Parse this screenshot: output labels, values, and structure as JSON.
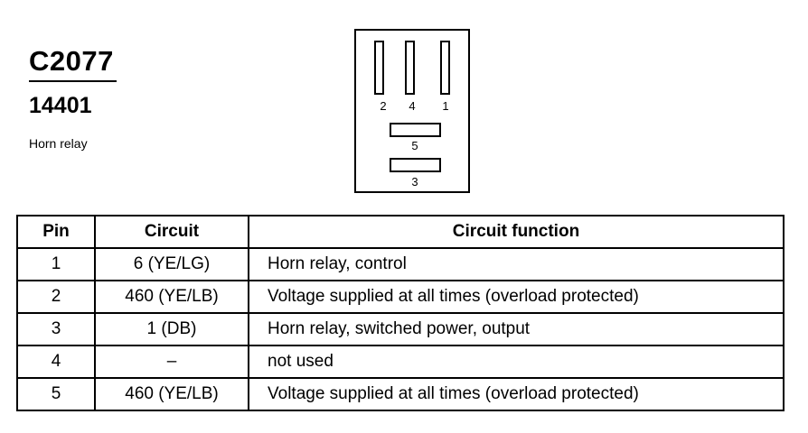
{
  "connector": {
    "id": "C2077",
    "part_number": "14401",
    "description": "Horn relay",
    "cavity_labels": [
      "2",
      "4",
      "1",
      "5",
      "3"
    ]
  },
  "table": {
    "headers": [
      "Pin",
      "Circuit",
      "Circuit function"
    ],
    "rows": [
      {
        "pin": "1",
        "circuit": "6 (YE/LG)",
        "function": "Horn relay, control"
      },
      {
        "pin": "2",
        "circuit": "460 (YE/LB)",
        "function": "Voltage supplied at all times (overload protected)"
      },
      {
        "pin": "3",
        "circuit": "1 (DB)",
        "function": "Horn relay, switched power, output"
      },
      {
        "pin": "4",
        "circuit": "–",
        "function": "not used"
      },
      {
        "pin": "5",
        "circuit": "460 (YE/LB)",
        "function": "Voltage supplied at all times (overload protected)"
      }
    ]
  }
}
